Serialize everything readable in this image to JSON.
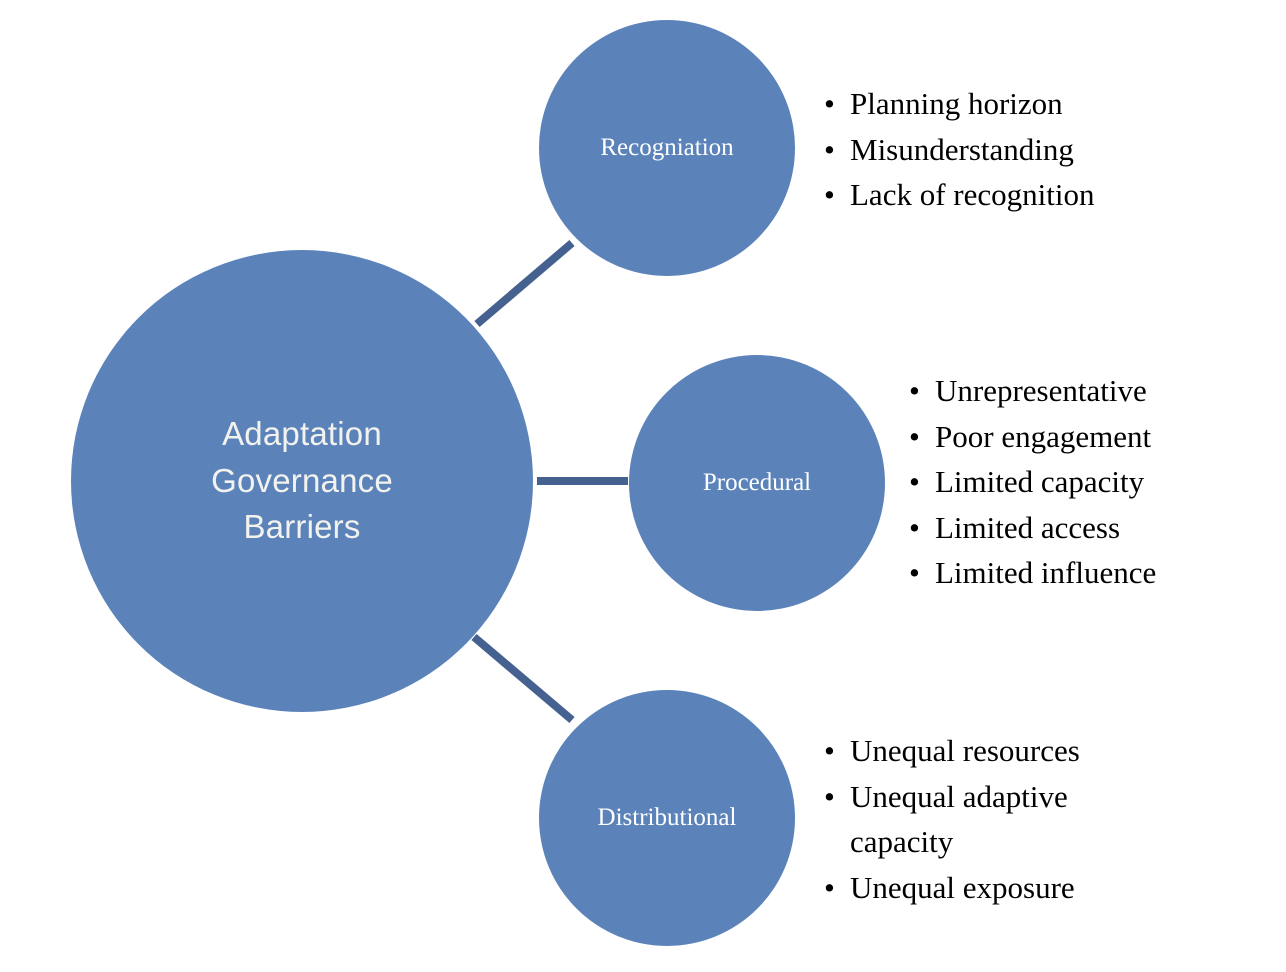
{
  "diagram": {
    "title": "Adaptation Governance Barriers",
    "background_color": "#ffffff",
    "circle_fill_color": "#5b83ba",
    "connector_color": "#44618f",
    "hub_text_color": "#f2f2ee",
    "leaf_text_color": "#ffffff",
    "bullet_text_color": "#000000",
    "hub": {
      "label": "Adaptation\nGovernance\nBarriers",
      "line1": "Adaptation",
      "line2": "Governance",
      "line3": "Barriers"
    },
    "branches": [
      {
        "id": "recogniation",
        "label": "Recogniation",
        "bullets": [
          "Planning horizon",
          "Misunderstanding",
          "Lack of recognition"
        ]
      },
      {
        "id": "procedural",
        "label": "Procedural",
        "bullets": [
          "Unrepresentative",
          "Poor engagement",
          "Limited capacity",
          "Limited access",
          "Limited influence"
        ]
      },
      {
        "id": "distributional",
        "label": "Distributional",
        "bullets": [
          "Unequal resources",
          "Unequal adaptive capacity",
          "Unequal exposure"
        ]
      }
    ]
  }
}
